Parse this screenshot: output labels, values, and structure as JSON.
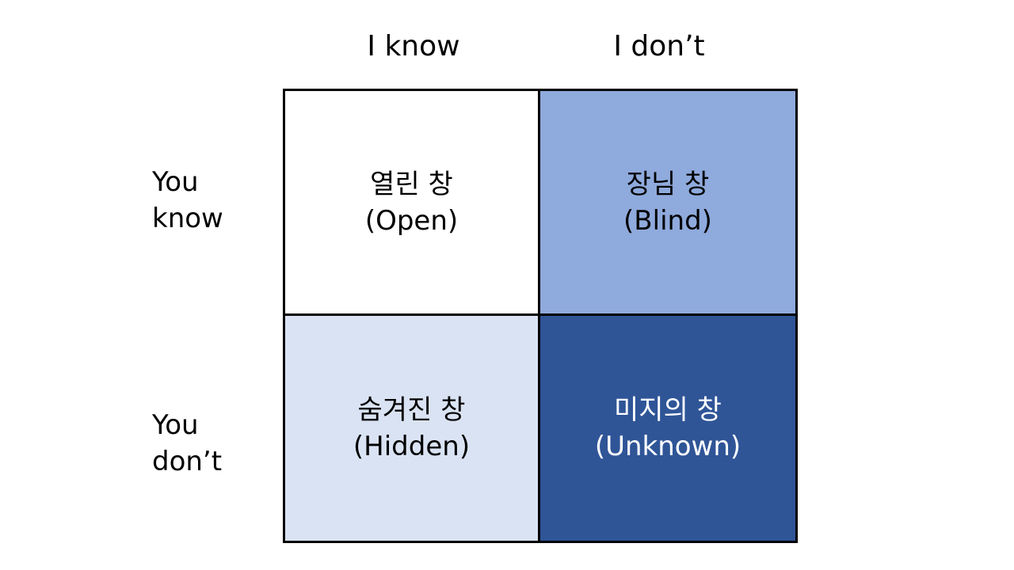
{
  "columns": [
    {
      "label": "I know"
    },
    {
      "label": "I don’t"
    }
  ],
  "rows": [
    {
      "line1": "You",
      "line2": "know"
    },
    {
      "line1": "You",
      "line2": "don’t"
    }
  ],
  "quadrants": [
    {
      "korean": "열린 창",
      "english": "(Open)",
      "bg": "#ffffff",
      "fg": "#000000"
    },
    {
      "korean": "장님 창",
      "english": "(Blind)",
      "bg": "#8faadc",
      "fg": "#000000"
    },
    {
      "korean": "숨겨진 창",
      "english": "(Hidden)",
      "bg": "#dae3f3",
      "fg": "#000000"
    },
    {
      "korean": "미지의 창",
      "english": "(Unknown)",
      "bg": "#2f5597",
      "fg": "#ffffff"
    }
  ]
}
